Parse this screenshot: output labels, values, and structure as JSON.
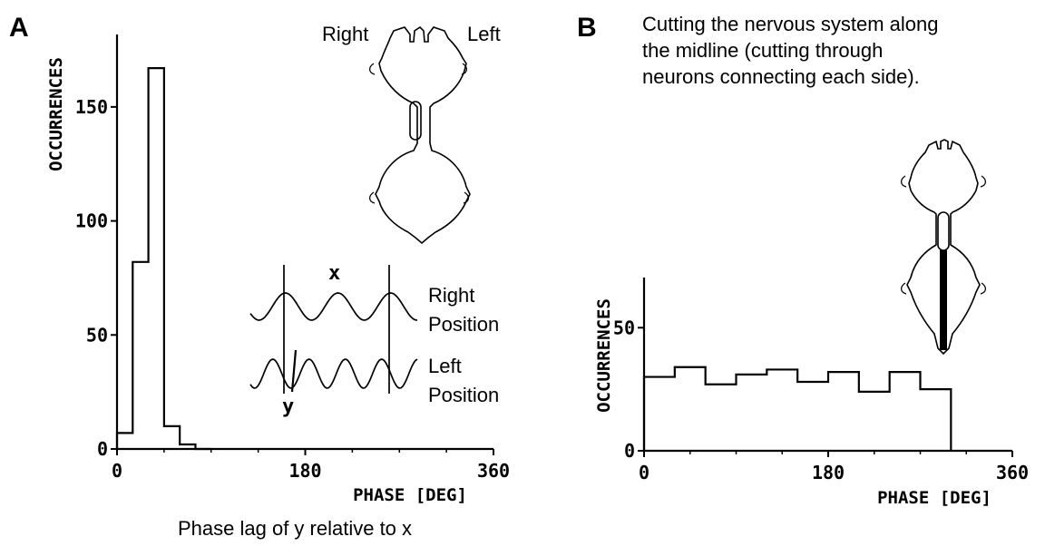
{
  "panel_a": {
    "letter": "A",
    "side_labels": {
      "right": "Right",
      "left": "Left"
    },
    "trace_labels": {
      "x_marker": "x",
      "y_marker": "y",
      "right_trace": [
        "Right",
        "Position"
      ],
      "left_trace": [
        "Left",
        "Position"
      ]
    },
    "caption": "Phase lag of y relative to x"
  },
  "panel_b": {
    "letter": "B",
    "caption_lines": [
      "Cutting the nervous system along",
      "the midline (cutting through",
      "neurons connecting each side)."
    ]
  },
  "chart_data": [
    {
      "type": "bar",
      "histogram": true,
      "bin_edges": [
        0,
        15,
        30,
        45,
        60,
        75,
        90
      ],
      "values": [
        7,
        82,
        167,
        10,
        2,
        0
      ],
      "x_range": [
        0,
        360
      ],
      "y_range": [
        0,
        175
      ],
      "xticks": [
        "0",
        "180",
        "360"
      ],
      "yticks": [
        "0",
        "50",
        "100",
        "150"
      ],
      "xlabel": "PHASE [DEG]",
      "ylabel": "OCCURRENCES",
      "grid": false
    },
    {
      "type": "bar",
      "histogram": true,
      "bin_edges": [
        0,
        30,
        60,
        90,
        120,
        150,
        180,
        210,
        240,
        270,
        300,
        330,
        360
      ],
      "values": [
        30,
        34,
        27,
        31,
        33,
        28,
        32,
        24,
        32,
        25
      ],
      "x_range": [
        0,
        360
      ],
      "y_range": [
        0,
        70
      ],
      "xticks": [
        "0",
        "180",
        "360"
      ],
      "yticks": [
        "0",
        "50"
      ],
      "xlabel": "PHASE [DEG]",
      "ylabel": "OCCURRENCES",
      "grid": false
    }
  ]
}
